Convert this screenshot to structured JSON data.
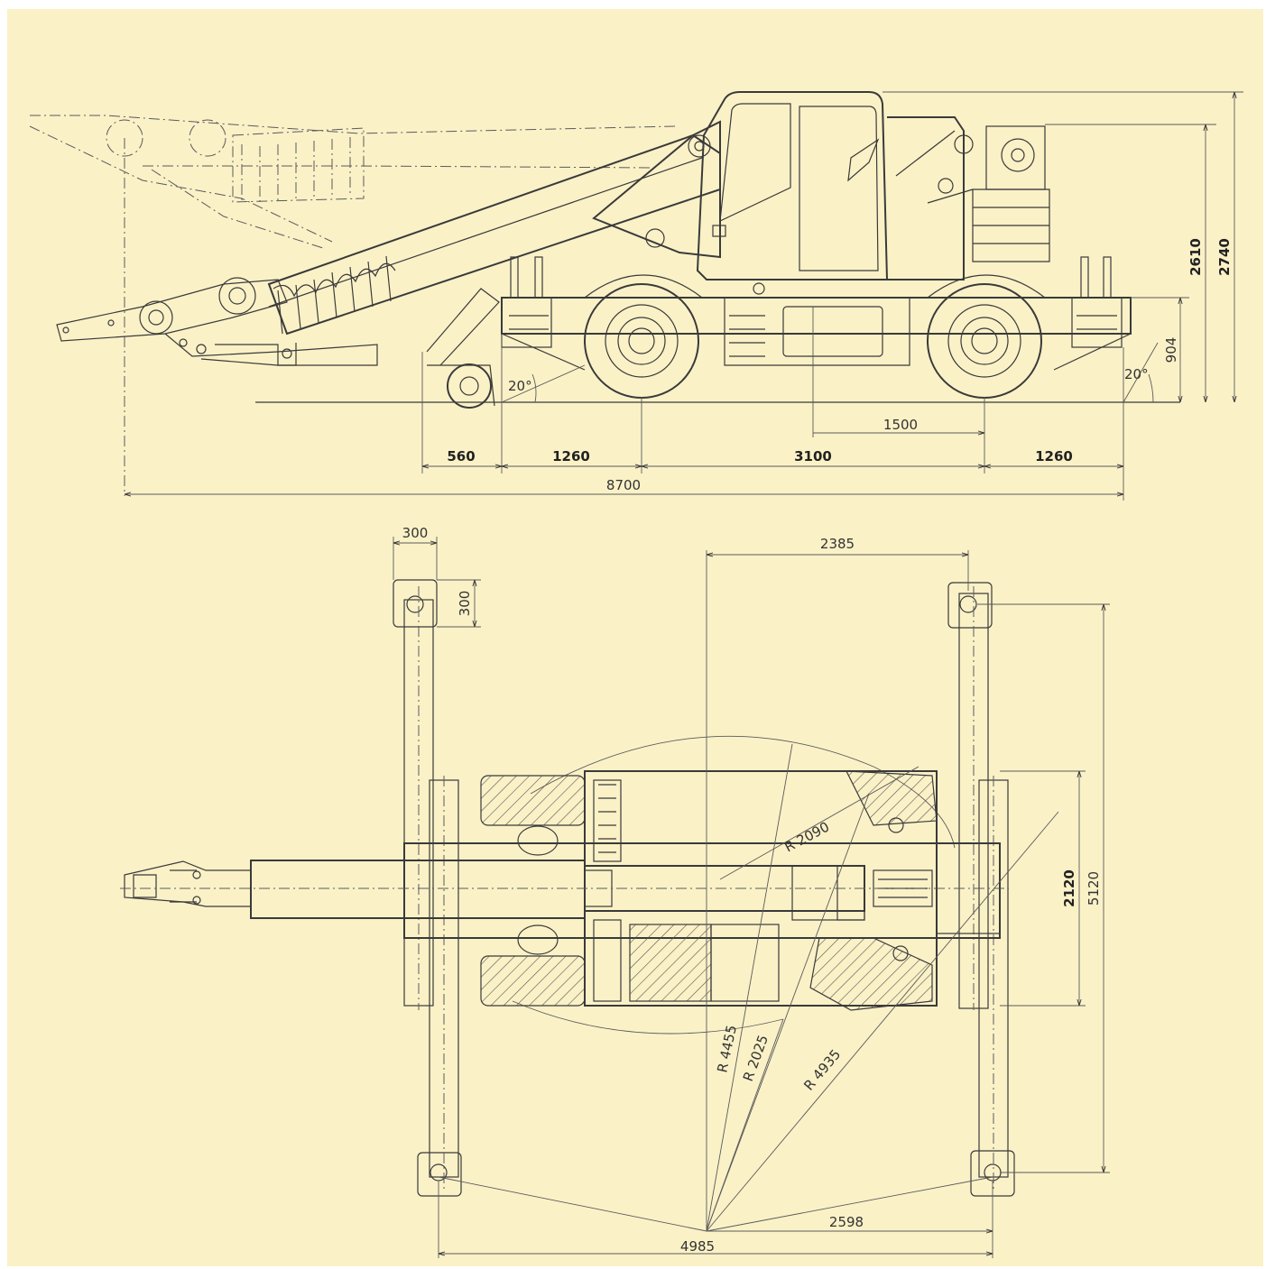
{
  "colors": {
    "paper": "#fbf1c7",
    "line": "#3a3a3a"
  },
  "side_view": {
    "dimensions": {
      "d560": "560",
      "d1260_front": "1260",
      "d3100": "3100",
      "d1260_rear": "1260",
      "d1500": "1500",
      "d8700": "8700",
      "d904": "904",
      "d2610": "2610",
      "d2740": "2740",
      "angle_front": "20°",
      "angle_rear": "20°"
    }
  },
  "top_view": {
    "dimensions": {
      "d300_w": "300",
      "d300_h": "300",
      "d2385": "2385",
      "d2120": "2120",
      "d5120": "5120",
      "d2598": "2598",
      "d4985": "4985",
      "r2090": "R  2090",
      "r4455": "R  4455",
      "r2025": "R  2025",
      "r4935": "R  4935"
    }
  }
}
